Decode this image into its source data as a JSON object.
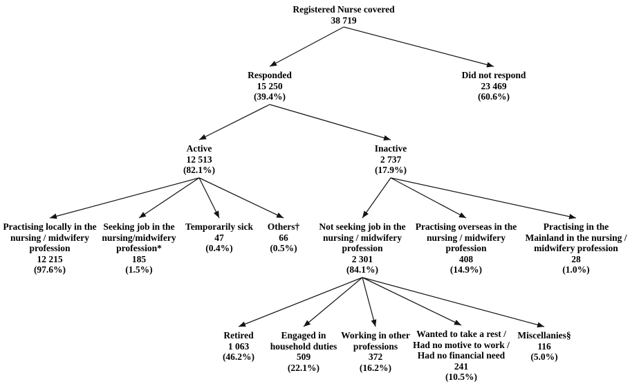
{
  "diagram": {
    "background_color": "#ffffff",
    "text_color": "#000000",
    "arrow_color": "#151515"
  },
  "nodes": [
    {
      "id": "root",
      "label": "Registered Nurse covered",
      "value": "38 719",
      "pct": ""
    },
    {
      "id": "responded",
      "label": "Responded",
      "value": "15 250",
      "pct": "(39.4%)"
    },
    {
      "id": "did-not-respond",
      "label": "Did not respond",
      "value": "23 469",
      "pct": "(60.6%)"
    },
    {
      "id": "active",
      "label": "Active",
      "value": "12 513",
      "pct": "(82.1%)"
    },
    {
      "id": "inactive",
      "label": "Inactive",
      "value": "2 737",
      "pct": "(17.9%)"
    },
    {
      "id": "practising-locally",
      "label": "Practising locally in the\nnursing / midwifery\nprofession",
      "value": "12 215",
      "pct": "(97.6%)"
    },
    {
      "id": "seeking-job",
      "label": "Seeking job in the\nnursing/midwifery\nprofession*",
      "value": "185",
      "pct": "(1.5%)"
    },
    {
      "id": "temporarily-sick",
      "label": "Temporarily sick",
      "value": "47",
      "pct": "(0.4%)"
    },
    {
      "id": "others",
      "label": "Others†",
      "value": "66",
      "pct": "(0.5%)"
    },
    {
      "id": "not-seeking-job",
      "label": "Not seeking job in the\nnursing / midwifery\nprofession",
      "value": "2 301",
      "pct": "(84.1%)"
    },
    {
      "id": "practising-overseas",
      "label": "Practising overseas in the\nnursing / midwifery\nprofession",
      "value": "408",
      "pct": "(14.9%)"
    },
    {
      "id": "practising-mainland",
      "label": "Practising in the\nMainland in the nursing /\nmidwifery profession",
      "value": "28",
      "pct": "(1.0%)"
    },
    {
      "id": "retired",
      "label": "Retired",
      "value": "1 063",
      "pct": "(46.2%)"
    },
    {
      "id": "household-duties",
      "label": "Engaged in\nhousehold duties",
      "value": "509",
      "pct": "(22.1%)"
    },
    {
      "id": "other-professions",
      "label": "Working in other\nprofessions",
      "value": "372",
      "pct": "(16.2%)"
    },
    {
      "id": "wanted-rest",
      "label": "Wanted to take a rest /\nHad no motive to work /\nHad no financial need",
      "value": "241",
      "pct": "(10.5%)"
    },
    {
      "id": "miscellanies",
      "label": "Miscellanies§",
      "value": "116",
      "pct": "(5.0%)"
    }
  ],
  "edges": [
    {
      "from": "root",
      "to": "responded"
    },
    {
      "from": "root",
      "to": "did-not-respond"
    },
    {
      "from": "responded",
      "to": "active"
    },
    {
      "from": "responded",
      "to": "inactive"
    },
    {
      "from": "active",
      "to": "practising-locally"
    },
    {
      "from": "active",
      "to": "seeking-job"
    },
    {
      "from": "active",
      "to": "temporarily-sick"
    },
    {
      "from": "active",
      "to": "others"
    },
    {
      "from": "inactive",
      "to": "not-seeking-job"
    },
    {
      "from": "inactive",
      "to": "practising-overseas"
    },
    {
      "from": "inactive",
      "to": "practising-mainland"
    },
    {
      "from": "not-seeking-job",
      "to": "retired"
    },
    {
      "from": "not-seeking-job",
      "to": "household-duties"
    },
    {
      "from": "not-seeking-job",
      "to": "other-professions"
    },
    {
      "from": "not-seeking-job",
      "to": "wanted-rest"
    },
    {
      "from": "not-seeking-job",
      "to": "miscellanies"
    }
  ]
}
